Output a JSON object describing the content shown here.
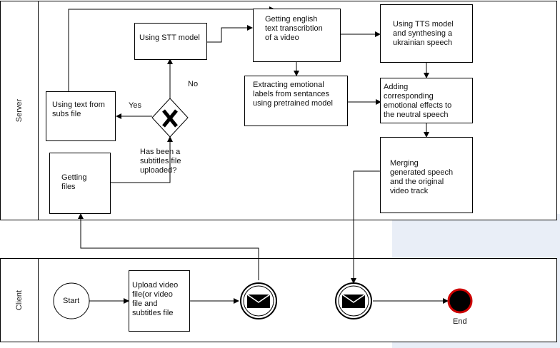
{
  "pools": {
    "server": "Server",
    "client": "Client"
  },
  "tasks": {
    "getting_files": "Getting\nfiles",
    "using_text_from_subs": "Using text from\nsubs file",
    "using_stt_model": "Using STT model",
    "getting_english_transcription": "Getting english\ntext transcribtion\nof a video",
    "extracting_emotional_labels": "Extracting emotional\nlabels from sentances\nusing pretrained model",
    "using_tts_model": "Using TTS model\nand synthesing a\nukrainian speech",
    "adding_emotional_effects": "Adding\ncorresponding\nemotional effects to\nthe neutral speech",
    "merging_speech_video": "Merging\ngenerated speech\nand the original\nvideo track",
    "upload_video_file": "Upload video\nfile(or video\nfile and\nsubtitles file"
  },
  "gateway": {
    "question": "Has been a\nsubtitles file\nuploaded?",
    "yes_label": "Yes",
    "no_label": "No"
  },
  "events": {
    "start": "Start",
    "end": "End"
  },
  "colors": {
    "stroke": "#000000",
    "end_fill": "#cc0000",
    "background_panel": "#e9eef7"
  }
}
